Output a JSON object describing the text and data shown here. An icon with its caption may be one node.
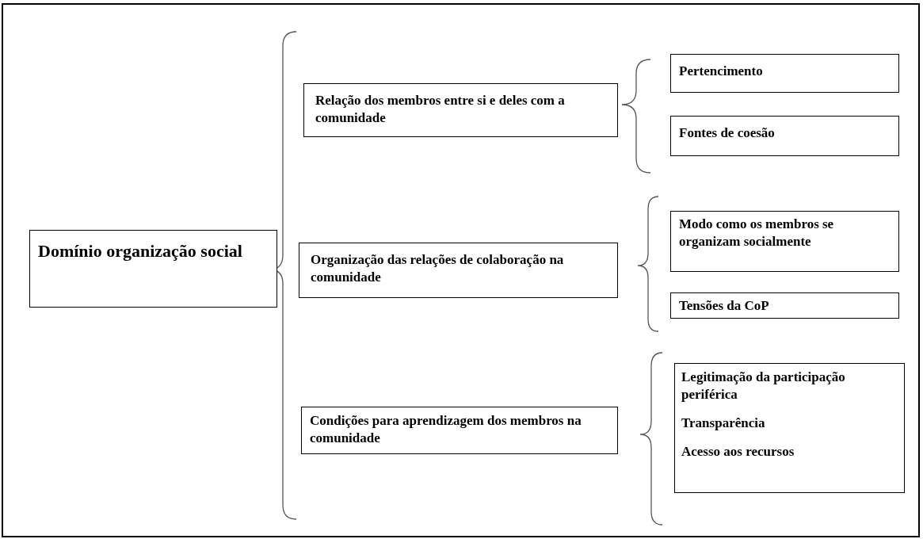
{
  "diagram": {
    "nodes": [
      {
        "text": [
          "Domínio organização social"
        ]
      },
      {
        "text": [
          "Relação dos membros entre si e deles com a comunidade"
        ]
      },
      {
        "text": [
          "Pertencimento"
        ]
      },
      {
        "text": [
          "Fontes de coesão"
        ]
      },
      {
        "text": [
          "Organização das relações de colaboração na comunidade"
        ]
      },
      {
        "text": [
          "Modo como os membros se organizam socialmente"
        ]
      },
      {
        "text": [
          "Tensões da CoP"
        ]
      },
      {
        "text": [
          "Condições para aprendizagem dos membros na comunidade"
        ]
      },
      {
        "text": [
          "Legitimação da participação periférica",
          "Transparência",
          "Acesso aos recursos"
        ]
      }
    ]
  }
}
